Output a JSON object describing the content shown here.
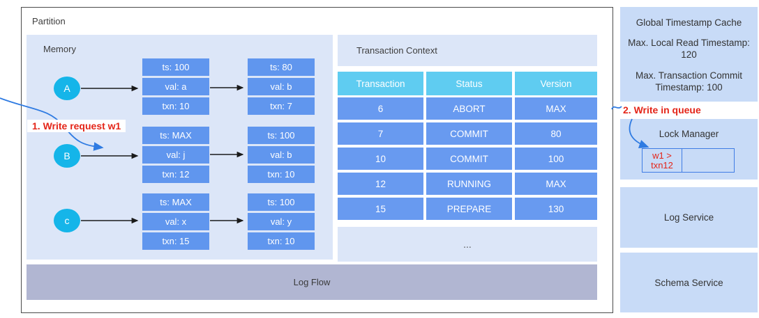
{
  "partition": {
    "label": "Partition"
  },
  "memory": {
    "label": "Memory",
    "rows": [
      {
        "node": "A",
        "box1": {
          "ts": "ts: 100",
          "val": "val: a",
          "txn": "txn: 10"
        },
        "box2": {
          "ts": "ts: 80",
          "val": "val: b",
          "txn": "txn: 7"
        }
      },
      {
        "node": "B",
        "box1": {
          "ts": "ts: MAX",
          "val": "val: j",
          "txn": "txn: 12"
        },
        "box2": {
          "ts": "ts: 100",
          "val": "val: b",
          "txn": "txn: 10"
        }
      },
      {
        "node": "c",
        "box1": {
          "ts": "ts: MAX",
          "val": "val: x",
          "txn": "txn: 15"
        },
        "box2": {
          "ts": "ts: 100",
          "val": "val: y",
          "txn": "txn: 10"
        }
      }
    ]
  },
  "transaction_context": {
    "title": "Transaction Context",
    "columns": [
      "Transaction",
      "Status",
      "Version"
    ],
    "rows": [
      [
        "6",
        "ABORT",
        "MAX"
      ],
      [
        "7",
        "COMMIT",
        "80"
      ],
      [
        "10",
        "COMMIT",
        "100"
      ],
      [
        "12",
        "RUNNING",
        "MAX"
      ],
      [
        "15",
        "PREPARE",
        "130"
      ]
    ],
    "ellipsis": "..."
  },
  "log_flow": {
    "label": "Log Flow"
  },
  "annotations": {
    "write_request": "1. Write request w1",
    "write_in_queue": "2. Write in queue"
  },
  "right_panels": {
    "global_timestamp_cache": {
      "title": "Global Timestamp Cache",
      "line1": "Max. Local Read Timestamp: 120",
      "line2": "Max. Transaction Commit Timestamp: 100"
    },
    "lock_manager": {
      "title": "Lock Manager",
      "queue_entry": "w1 > txn12",
      "queue_empty": ""
    },
    "log_service": {
      "title": "Log Service"
    },
    "schema_service": {
      "title": "Schema Service"
    }
  },
  "colors": {
    "panel_light": "#dce6f8",
    "panel_right": "#c8dbf7",
    "cell_blue": "#6096ee",
    "row_blue": "#689af0",
    "header_cyan": "#5fccf1",
    "node_cyan": "#15b5e9",
    "logflow_gray": "#b1b6d2",
    "annotation_red": "#e42518",
    "arrow_blue": "#2f7be2"
  }
}
